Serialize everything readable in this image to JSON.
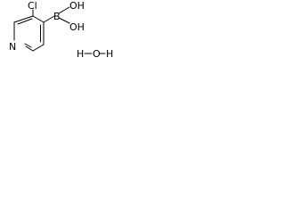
{
  "molecule": {
    "atoms": {
      "chlorine": "Cl",
      "nitrogen": "N",
      "boron": "B",
      "hydroxyl_upper": "OH",
      "hydroxyl_lower": "OH",
      "water_h": "H",
      "water_o": "O",
      "water_h2": "H"
    }
  }
}
